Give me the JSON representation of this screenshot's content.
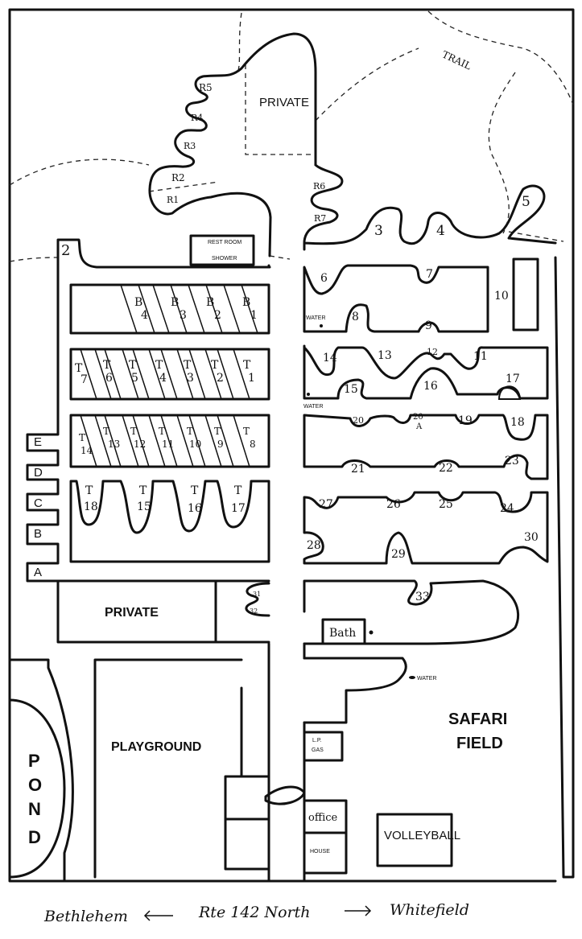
{
  "trail_label": "TRAIL",
  "areas": {
    "private_top": "PRIVATE",
    "private_mid": "PRIVATE",
    "playground": "PLAYGROUND",
    "safari_line1": "SAFARI",
    "safari_line2": "FIELD",
    "pond_letters": [
      "P",
      "O",
      "N",
      "D"
    ],
    "restroom_line1": "REST ROOM",
    "restroom_line2": "SHOWER",
    "bath": "Bath",
    "lp_line1": "L.P.",
    "lp_line2": "GAS",
    "office": "office",
    "house": "HOUSE",
    "volleyball": "VOLLEYBALL"
  },
  "water_labels": [
    "WATER",
    "WATER",
    "WATER"
  ],
  "r_sites": [
    "R5",
    "R4",
    "R3",
    "R2",
    "R1",
    "R6",
    "R7"
  ],
  "top_sites": [
    "2",
    "3",
    "4",
    "5"
  ],
  "b_sites": [
    {
      "l1": "B",
      "l2": "4"
    },
    {
      "l1": "B",
      "l2": "3"
    },
    {
      "l1": "B",
      "l2": "2"
    },
    {
      "l1": "B",
      "l2": "1"
    }
  ],
  "t_row1": [
    {
      "l1": "T",
      "l2": "7"
    },
    {
      "l1": "T",
      "l2": "6"
    },
    {
      "l1": "T",
      "l2": "5"
    },
    {
      "l1": "T",
      "l2": "4"
    },
    {
      "l1": "T",
      "l2": "3"
    },
    {
      "l1": "T",
      "l2": "2"
    },
    {
      "l1": "T",
      "l2": "1"
    }
  ],
  "t_row2": [
    {
      "l1": "T",
      "l2": "14"
    },
    {
      "l1": "T",
      "l2": "13"
    },
    {
      "l1": "T",
      "l2": "12"
    },
    {
      "l1": "T",
      "l2": "11"
    },
    {
      "l1": "T",
      "l2": "10"
    },
    {
      "l1": "T",
      "l2": "9"
    },
    {
      "l1": "T",
      "l2": "8"
    }
  ],
  "t_row3": [
    {
      "l1": "T",
      "l2": "18"
    },
    {
      "l1": "T",
      "l2": "15"
    },
    {
      "l1": "T",
      "l2": "16"
    },
    {
      "l1": "T",
      "l2": "17"
    }
  ],
  "side_sites": [
    "E",
    "D",
    "C",
    "B",
    "A"
  ],
  "right_sites": [
    "6",
    "7",
    "10",
    "8",
    "9",
    "14",
    "13",
    "12",
    "11",
    "15",
    "16",
    "17",
    "20",
    "20",
    "A",
    "19",
    "18",
    "21",
    "22",
    "23",
    "27",
    "26",
    "25",
    "24",
    "28",
    "29",
    "30",
    "33",
    "31",
    "32"
  ],
  "bottom_text": {
    "left": "Bethlehem",
    "middle": "Rte 142 North",
    "right": "Whitefield"
  }
}
